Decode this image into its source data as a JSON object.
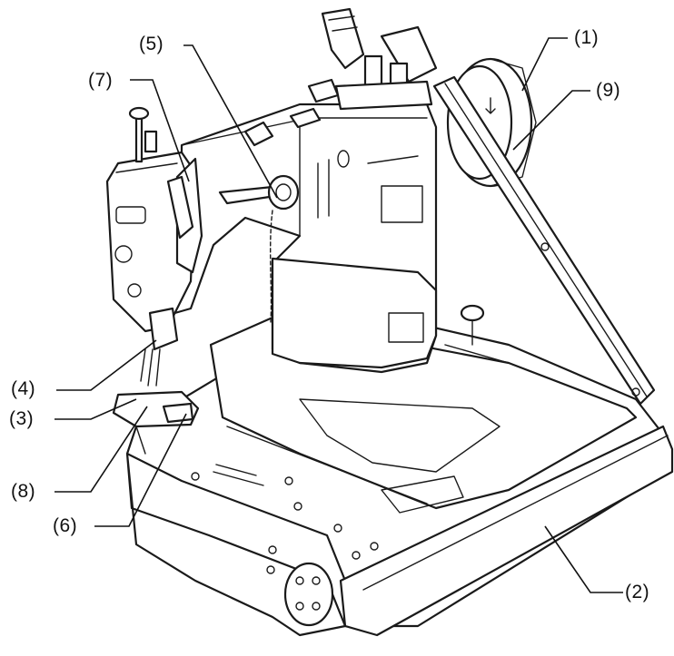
{
  "callouts": [
    {
      "id": "1",
      "text": "(1)"
    },
    {
      "id": "2",
      "text": "(2)"
    },
    {
      "id": "3",
      "text": "(3)"
    },
    {
      "id": "4",
      "text": "(4)"
    },
    {
      "id": "5",
      "text": "(5)"
    },
    {
      "id": "6",
      "text": "(6)"
    },
    {
      "id": "7",
      "text": "(7)"
    },
    {
      "id": "8",
      "text": "(8)"
    },
    {
      "id": "9",
      "text": "(9)"
    }
  ]
}
